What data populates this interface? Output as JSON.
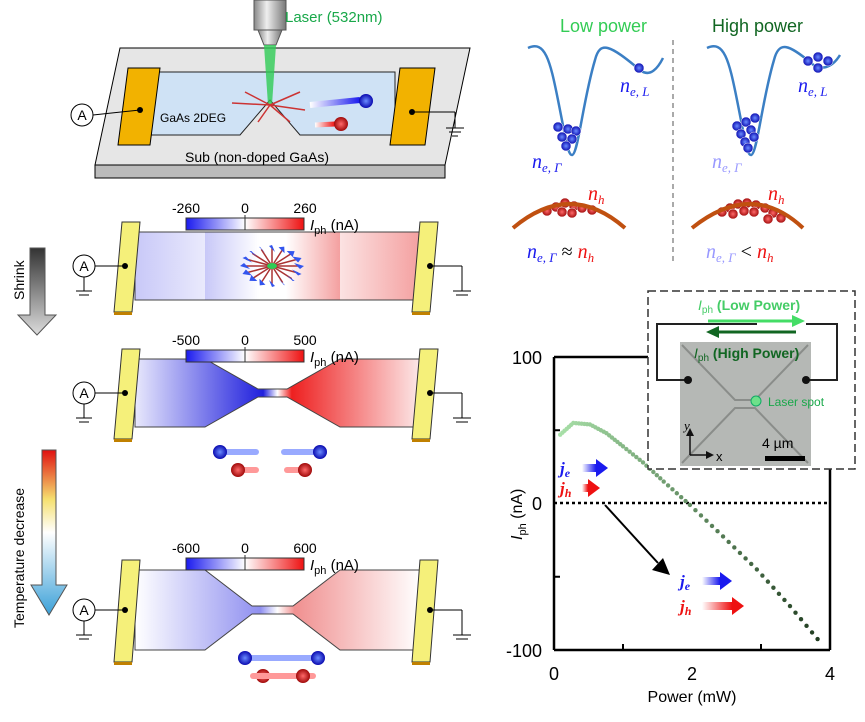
{
  "top_device": {
    "laser_label": "Laser (532nm)",
    "layer_label": "GaAs 2DEG",
    "substrate_label": "Sub (non-doped GaAs)",
    "ammeter_label": "A"
  },
  "left_panels": {
    "shrink_label": "Shrink",
    "temperature_label": "Temperature decrease",
    "current_symbol": "I",
    "current_sub": "ph",
    "current_unit": " (nA)",
    "ammeter_label": "A",
    "panels": [
      {
        "min": "-260",
        "mid": "0",
        "max": "260"
      },
      {
        "min": "-500",
        "mid": "0",
        "max": "500"
      },
      {
        "min": "-600",
        "mid": "0",
        "max": "600"
      }
    ]
  },
  "band_diagram": {
    "low_title": "Low power",
    "high_title": "High power",
    "n": "n",
    "e_L": "e, L",
    "e_Gamma": "e, Γ",
    "h": "h",
    "approx": " ≈ ",
    "less": " < ",
    "colors": {
      "low": "#33cc55",
      "high": "#116622",
      "electron": "#1a1aee",
      "hole": "#ee1111",
      "faded_electron": "#9999ff"
    }
  },
  "inset": {
    "low_label_sym": "I",
    "low_label_sub": "ph",
    "low_label_text": " (Low Power)",
    "high_label_sym": "I",
    "high_label_sub": "ph",
    "high_label_text": " (High Power)",
    "laser_spot": "Laser spot",
    "axis_y": "y",
    "axis_x": "x",
    "scale_bar": "4 µm"
  },
  "chart_annotations": {
    "j": "j",
    "e": "e",
    "h": "h"
  },
  "chart_data": {
    "type": "scatter",
    "xlabel": "Power (mW)",
    "ylabel_sym": "I",
    "ylabel_sub": "ph",
    "ylabel_unit": " (nA)",
    "xlim": [
      0,
      4
    ],
    "ylim": [
      -100,
      100
    ],
    "x_ticks": [
      "0",
      "2",
      "4"
    ],
    "y_ticks": [
      "100",
      "0",
      "-100"
    ],
    "zero_line": "dotted",
    "x": [
      0.09,
      0.28,
      0.52,
      0.76,
      1.0,
      1.29,
      1.59,
      1.97,
      2.45,
      2.94,
      3.42,
      3.9
    ],
    "y": [
      47,
      55,
      54,
      48,
      39,
      28,
      15,
      -1,
      -22.5,
      -45,
      -70,
      -97
    ],
    "color_start": "#a8e0a8",
    "color_end": "#1e3a1e"
  }
}
